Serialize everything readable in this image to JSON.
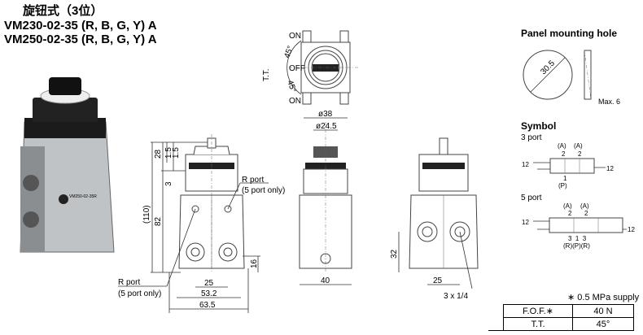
{
  "header": {
    "subtitle": "旋钮式（3位）",
    "models": [
      "VM230-02-35 (R, B, G, Y) A",
      "VM250-02-35 (R, B, G, Y) A"
    ]
  },
  "photo": {
    "label": "VM250-02-35R"
  },
  "front_view": {
    "dims": {
      "d28": "28",
      "d1_5a": "1.5",
      "d1_5b": "1.5",
      "d3": "3",
      "d110": "(110)",
      "d82": "82",
      "d16": "16",
      "d25": "25",
      "d53_2": "53.2",
      "d63_5": "63.5"
    },
    "r_port_right": [
      "R port",
      "(5 port only)"
    ],
    "r_port_left": [
      "R port",
      "(5 port only)"
    ]
  },
  "top_view": {
    "on_top": "ON",
    "off": "OFF",
    "on_bottom": "ON",
    "angle_top": "45°",
    "angle_bottom": "45°",
    "tt": "T.T."
  },
  "side_view": {
    "d38": "ø38",
    "d24_5": "ø24.5",
    "d40": "40"
  },
  "right_view": {
    "d32": "32",
    "d25": "25",
    "ports": "3 x 1/4"
  },
  "panel": {
    "title": "Panel mounting hole",
    "diameter": "30.5",
    "max": "Max. 6"
  },
  "symbol": {
    "title": "Symbol",
    "three_port": {
      "label": "3 port",
      "a1": "(A)",
      "a2": "(A)",
      "n2a": "2",
      "n2b": "2",
      "n12l": "12",
      "n12r": "12",
      "n1": "1",
      "p": "(P)"
    },
    "five_port": {
      "label": "5 port",
      "a1": "(A)",
      "a2": "(A)",
      "n2a": "2",
      "n2b": "2",
      "n12l": "12",
      "n12r": "12",
      "bottom_nums": "3  1  3",
      "bottom": "(R)(P)(R)"
    }
  },
  "spec": {
    "note": "∗ 0.5 MPa supply",
    "rows": [
      {
        "label": "F.O.F.∗",
        "value": "40 N"
      },
      {
        "label": "T.T.",
        "value": "45°"
      }
    ]
  }
}
